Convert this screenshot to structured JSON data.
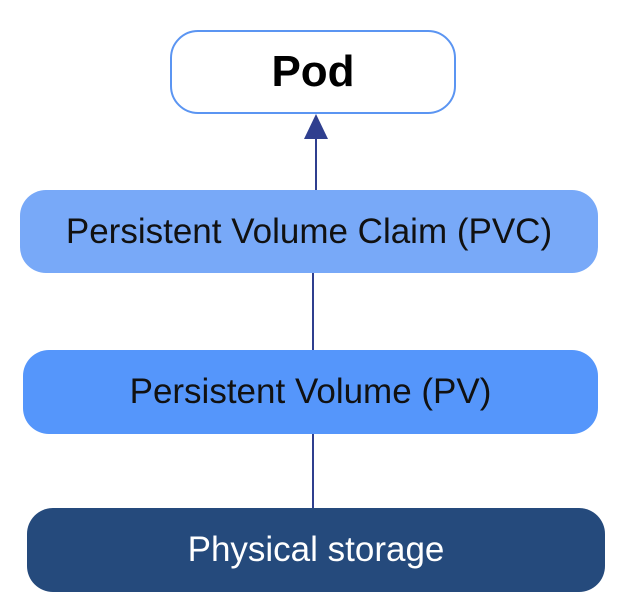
{
  "diagram": {
    "nodes": {
      "pod": "Pod",
      "pvc": "Persistent Volume Claim (PVC)",
      "pv": "Persistent Volume (PV)",
      "storage": "Physical storage"
    },
    "colors": {
      "pod_border": "#5b95f2",
      "pvc_fill": "#78a9f8",
      "pv_fill": "#5596fb",
      "storage_fill": "#254a7c",
      "connector": "#2f3f8f"
    }
  }
}
